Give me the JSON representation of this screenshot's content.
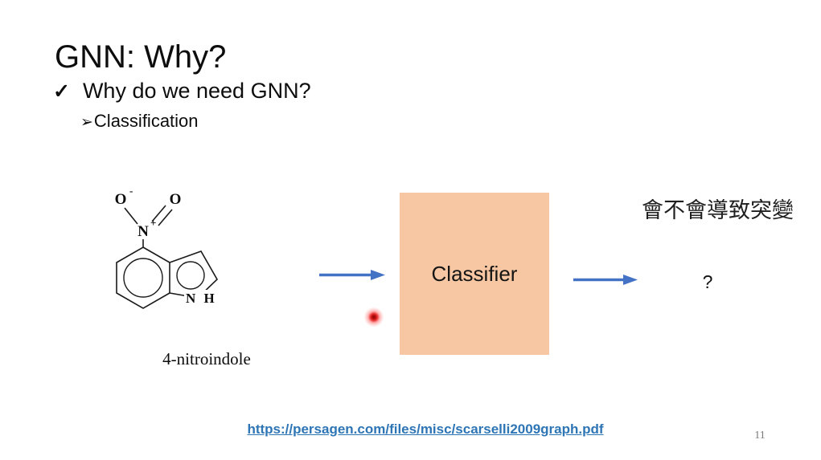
{
  "title": "GNN: Why?",
  "bullet": {
    "marker": "✓",
    "text": "Why do we need GNN?"
  },
  "sub_bullet": {
    "marker": "➢",
    "text": "Classification"
  },
  "molecule": {
    "label": "4-nitroindole",
    "atoms": {
      "o_left": "O",
      "o_left_charge": "-",
      "o_right": "O",
      "n": "N",
      "n_charge": "+",
      "nh": "N H"
    }
  },
  "classifier": {
    "label": "Classifier",
    "fill_color": "#F6C7A2"
  },
  "output": {
    "cjk_question": "會不會導致突變",
    "question_mark": "?"
  },
  "footer": {
    "url": "https://persagen.com/files/misc/scarselli2009graph.pdf",
    "page_number": "11"
  },
  "colors": {
    "arrow_blue": "#4472C4",
    "link_blue": "#2E75B6",
    "laser_red": "#C41212",
    "box_peach": "#F6C7A2"
  }
}
